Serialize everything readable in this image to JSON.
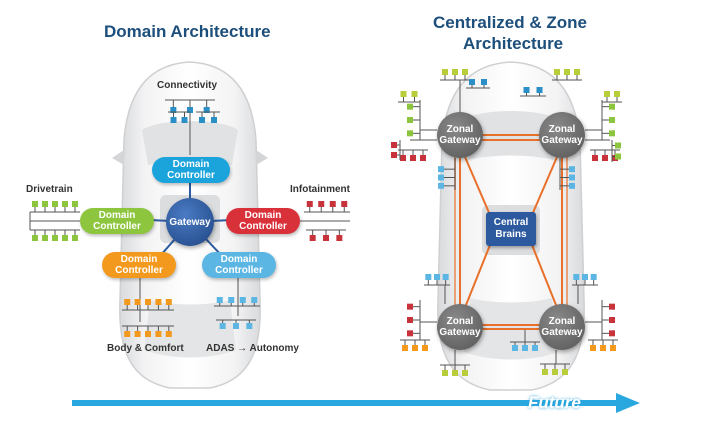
{
  "domain": {
    "title": "Domain Architecture",
    "labels": {
      "connectivity": "Connectivity",
      "drivetrain": "Drivetrain",
      "infotainment": "Infotainment",
      "body": "Body & Comfort",
      "adas": "ADAS → Autonomy"
    },
    "gateway": "Gateway",
    "controllers": [
      {
        "id": "connectivity",
        "label": "Domain\nController",
        "color": "#1ba3dc"
      },
      {
        "id": "drivetrain",
        "label": "Domain\nController",
        "color": "#8dc53e"
      },
      {
        "id": "infotainment",
        "label": "Domain\nController",
        "color": "#d9313a"
      },
      {
        "id": "body",
        "label": "Domain\nController",
        "color": "#f39a1e"
      },
      {
        "id": "adas",
        "label": "Domain\nController",
        "color": "#5bb6e4"
      }
    ]
  },
  "zone": {
    "title_line1": "Centralized & Zone",
    "title_line2": "Architecture",
    "gateways": [
      {
        "id": "front-left",
        "label": "Zonal\nGateway"
      },
      {
        "id": "front-right",
        "label": "Zonal\nGateway"
      },
      {
        "id": "rear-left",
        "label": "Zonal\nGateway"
      },
      {
        "id": "rear-right",
        "label": "Zonal\nGateway"
      }
    ],
    "central": "Central\nBrains"
  },
  "arrow_label": "Future",
  "colors": {
    "heading": "#1d4f7c",
    "gateway_blue": "#2d5a9e",
    "zonal_gray": "#6e6e6e",
    "orange_link": "#e8702a",
    "future_arrow": "#29a8e0"
  }
}
